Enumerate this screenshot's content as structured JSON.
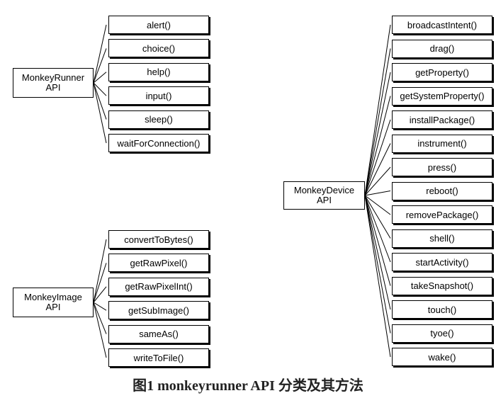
{
  "groups": [
    {
      "id": "runner",
      "title_line1": "MonkeyRunner",
      "title_line2": "API",
      "methods": [
        "alert()",
        "choice()",
        "help()",
        "input()",
        "sleep()",
        "waitForConnection()"
      ]
    },
    {
      "id": "image",
      "title_line1": "MonkeyImage",
      "title_line2": "API",
      "methods": [
        "convertToBytes()",
        "getRawPixel()",
        "getRawPixelInt()",
        "getSubImage()",
        "sameAs()",
        "writeToFile()"
      ]
    },
    {
      "id": "device",
      "title_line1": "MonkeyDevice",
      "title_line2": "API",
      "methods": [
        "broadcastIntent()",
        "drag()",
        "getProperty()",
        "getSystemProperty()",
        "installPackage()",
        "instrument()",
        "press()",
        "reboot()",
        "removePackage()",
        "shell()",
        "startActivity()",
        "takeSnapshot()",
        "touch()",
        "tyoe()",
        "wake()"
      ]
    }
  ],
  "caption": "图1   monkeyrunner API 分类及其方法"
}
